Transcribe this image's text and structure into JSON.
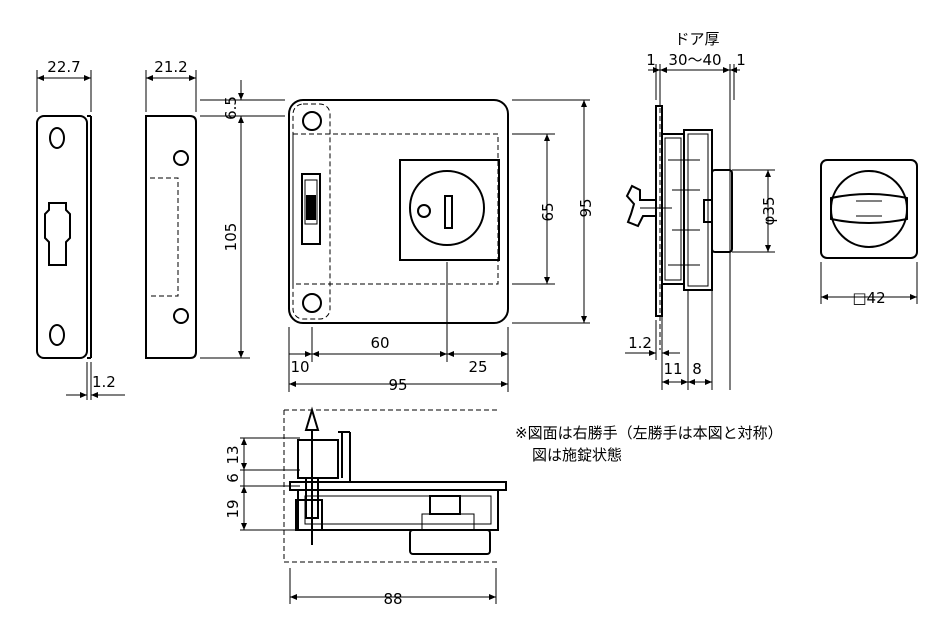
{
  "dimensions": {
    "strike_width": "22.7",
    "strike_thickness": "1.2",
    "case_width": "21.2",
    "case_height": "105",
    "offset_top": "6.5",
    "body_width_60": "60",
    "body_width_25": "25",
    "body_width_10": "10",
    "body_width_95": "95",
    "body_height_95": "95",
    "turn_height_65": "65",
    "door_thickness_label": "ドア厚",
    "door_range": "30～40",
    "door_gap_left": "1",
    "door_gap_right": "1",
    "plate_thickness": "1.2",
    "side_11": "11",
    "side_8": "8",
    "diameter": "φ35",
    "square": "□42",
    "bottom_13": "13",
    "bottom_6": "6",
    "bottom_19": "19",
    "bottom_88": "88"
  },
  "notes": {
    "line1": "※図面は右勝手（左勝手は本図と対称）",
    "line2": "図は施錠状態"
  }
}
